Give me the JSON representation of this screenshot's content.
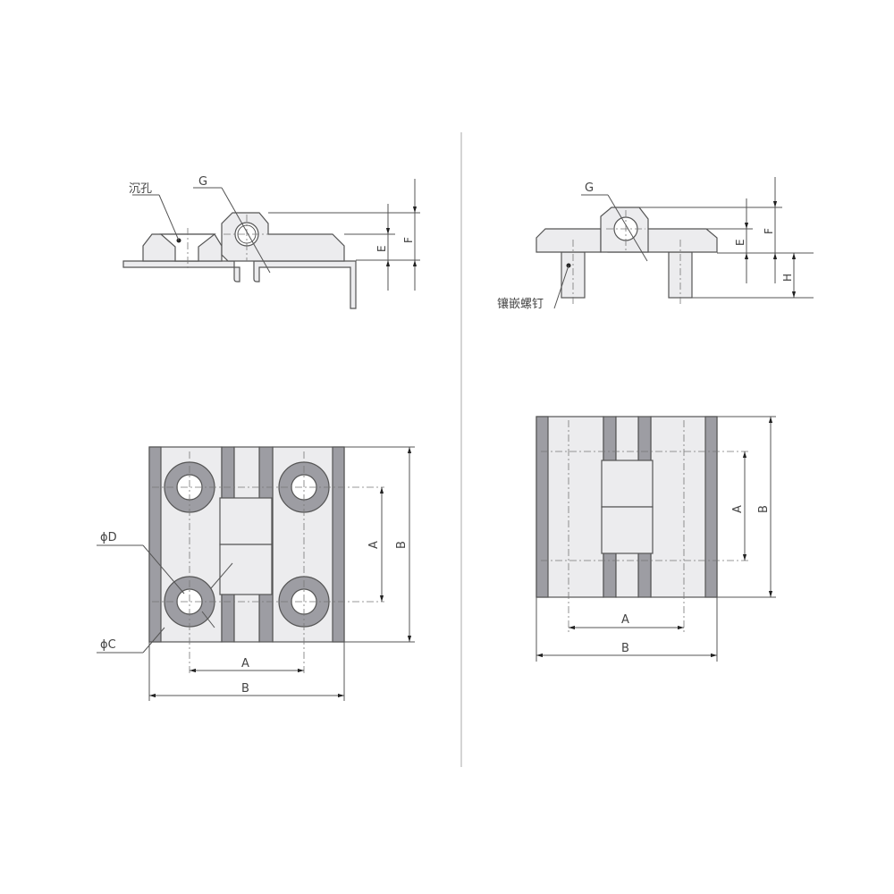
{
  "left_view": {
    "countersink_label": "沉孔",
    "g_label": "G",
    "e_label": "E",
    "f_label": "F"
  },
  "right_view": {
    "g_label": "G",
    "e_label": "E",
    "f_label": "F",
    "h_label": "H",
    "insert_screw_label": "镶嵌螺钉"
  },
  "left_front": {
    "a_label": "A",
    "b_label": "B",
    "a_h_label": "A",
    "b_h_label": "B",
    "d_label": "ϕD",
    "c_label": "ϕC"
  },
  "right_front": {
    "a_label": "A",
    "b_label": "B",
    "a_h_label": "A",
    "b_h_label": "B"
  },
  "colors": {
    "line": "#555555",
    "fill": "#ececee",
    "strip": "#9d9da3"
  }
}
